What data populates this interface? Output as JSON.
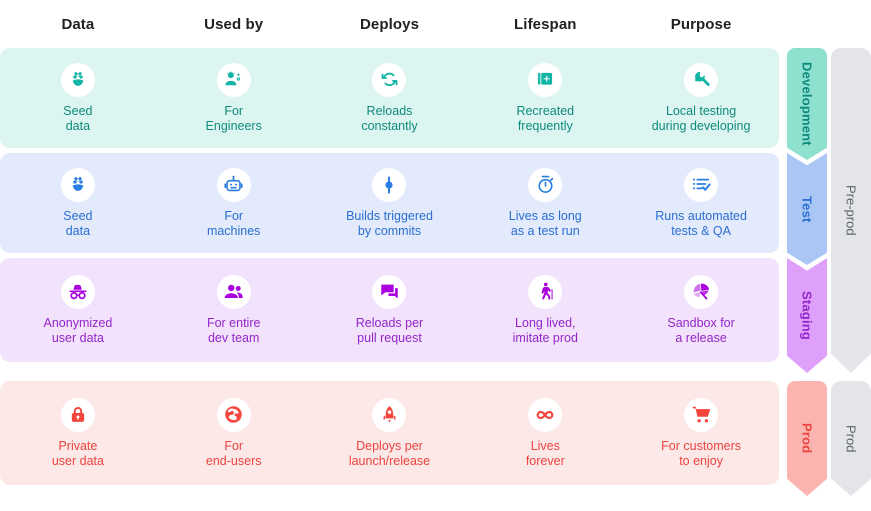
{
  "header": {
    "columns": [
      "Data",
      "Used by",
      "Deploys",
      "Lifespan",
      "Purpose"
    ]
  },
  "colors": {
    "development_accent": "#12b5a5",
    "development_bg": "#ddf5f0",
    "development_chip": "#8ee0cf",
    "test_accent": "#2a7de1",
    "test_bg": "#e2eafb",
    "test_chip": "#a9c6f5",
    "staging_accent": "#aa00e0",
    "staging_bg": "#f3e2fb",
    "staging_chip": "#dfa0fb",
    "prod_accent": "#f4463f",
    "prod_bg": "#fce8e7",
    "prod_chip": "#fbb4b0",
    "group_bg": "#e4e5e9",
    "group_text": "#5f6368",
    "header_text": "#202124",
    "bubble_bg": "#ffffff"
  },
  "rows": [
    {
      "id": "development",
      "stage_label": "Development",
      "cells": [
        {
          "icon": "flower-seed-icon",
          "label": "Seed\ndata"
        },
        {
          "icon": "engineer-person-icon",
          "label": "For\nEngineers"
        },
        {
          "icon": "refresh-loop-icon",
          "label": "Reloads\nconstantly"
        },
        {
          "icon": "duplicate-plus-icon",
          "label": "Recreated\nfrequently"
        },
        {
          "icon": "wrench-icon",
          "label": "Local testing\nduring developing"
        }
      ]
    },
    {
      "id": "test",
      "stage_label": "Test",
      "cells": [
        {
          "icon": "flower-seed-icon",
          "label": "Seed\ndata"
        },
        {
          "icon": "robot-icon",
          "label": "For\nmachines"
        },
        {
          "icon": "commit-node-icon",
          "label": "Builds triggered\nby commits"
        },
        {
          "icon": "stopwatch-icon",
          "label": "Lives as long\nas a test run"
        },
        {
          "icon": "checklist-icon",
          "label": "Runs automated\ntests & QA"
        }
      ]
    },
    {
      "id": "staging",
      "stage_label": "Staging",
      "cells": [
        {
          "icon": "incognito-icon",
          "label": "Anonymized\nuser data"
        },
        {
          "icon": "people-group-icon",
          "label": "For entire\ndev team"
        },
        {
          "icon": "chat-bubbles-icon",
          "label": "Reloads per\npull request"
        },
        {
          "icon": "elderly-walking-icon",
          "label": "Long lived,\nimitate prod"
        },
        {
          "icon": "beach-umbrella-icon",
          "label": "Sandbox for\na release"
        }
      ]
    },
    {
      "id": "prod",
      "stage_label": "Prod",
      "cells": [
        {
          "icon": "lock-icon",
          "label": "Private\nuser data"
        },
        {
          "icon": "globe-public-icon",
          "label": "For\nend-users"
        },
        {
          "icon": "rocket-launch-icon",
          "label": "Deploys per\nlaunch/release"
        },
        {
          "icon": "infinity-icon",
          "label": "Lives\nforever"
        },
        {
          "icon": "shopping-cart-icon",
          "label": "For customers\nto enjoy"
        }
      ]
    }
  ],
  "groups": [
    {
      "id": "pre-prod",
      "label": "Pre-prod"
    },
    {
      "id": "prod",
      "label": "Prod"
    }
  ]
}
